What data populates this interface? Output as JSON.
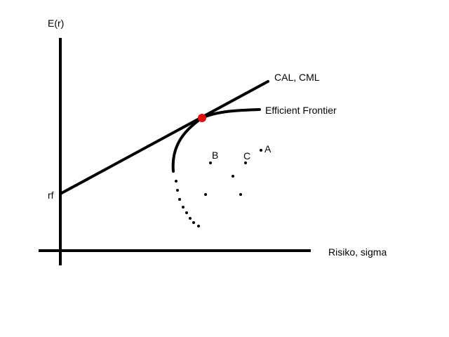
{
  "labels": {
    "y_axis": "E(r)",
    "x_axis": "Risiko, sigma",
    "risk_free": "rf",
    "cml": "CAL, CML",
    "frontier": "Efficient Frontier",
    "point_a": "A",
    "point_b": "B",
    "point_c": "C"
  },
  "colors": {
    "line": "#000000",
    "tangency_point": "#e01010",
    "background": "#ffffff"
  }
}
